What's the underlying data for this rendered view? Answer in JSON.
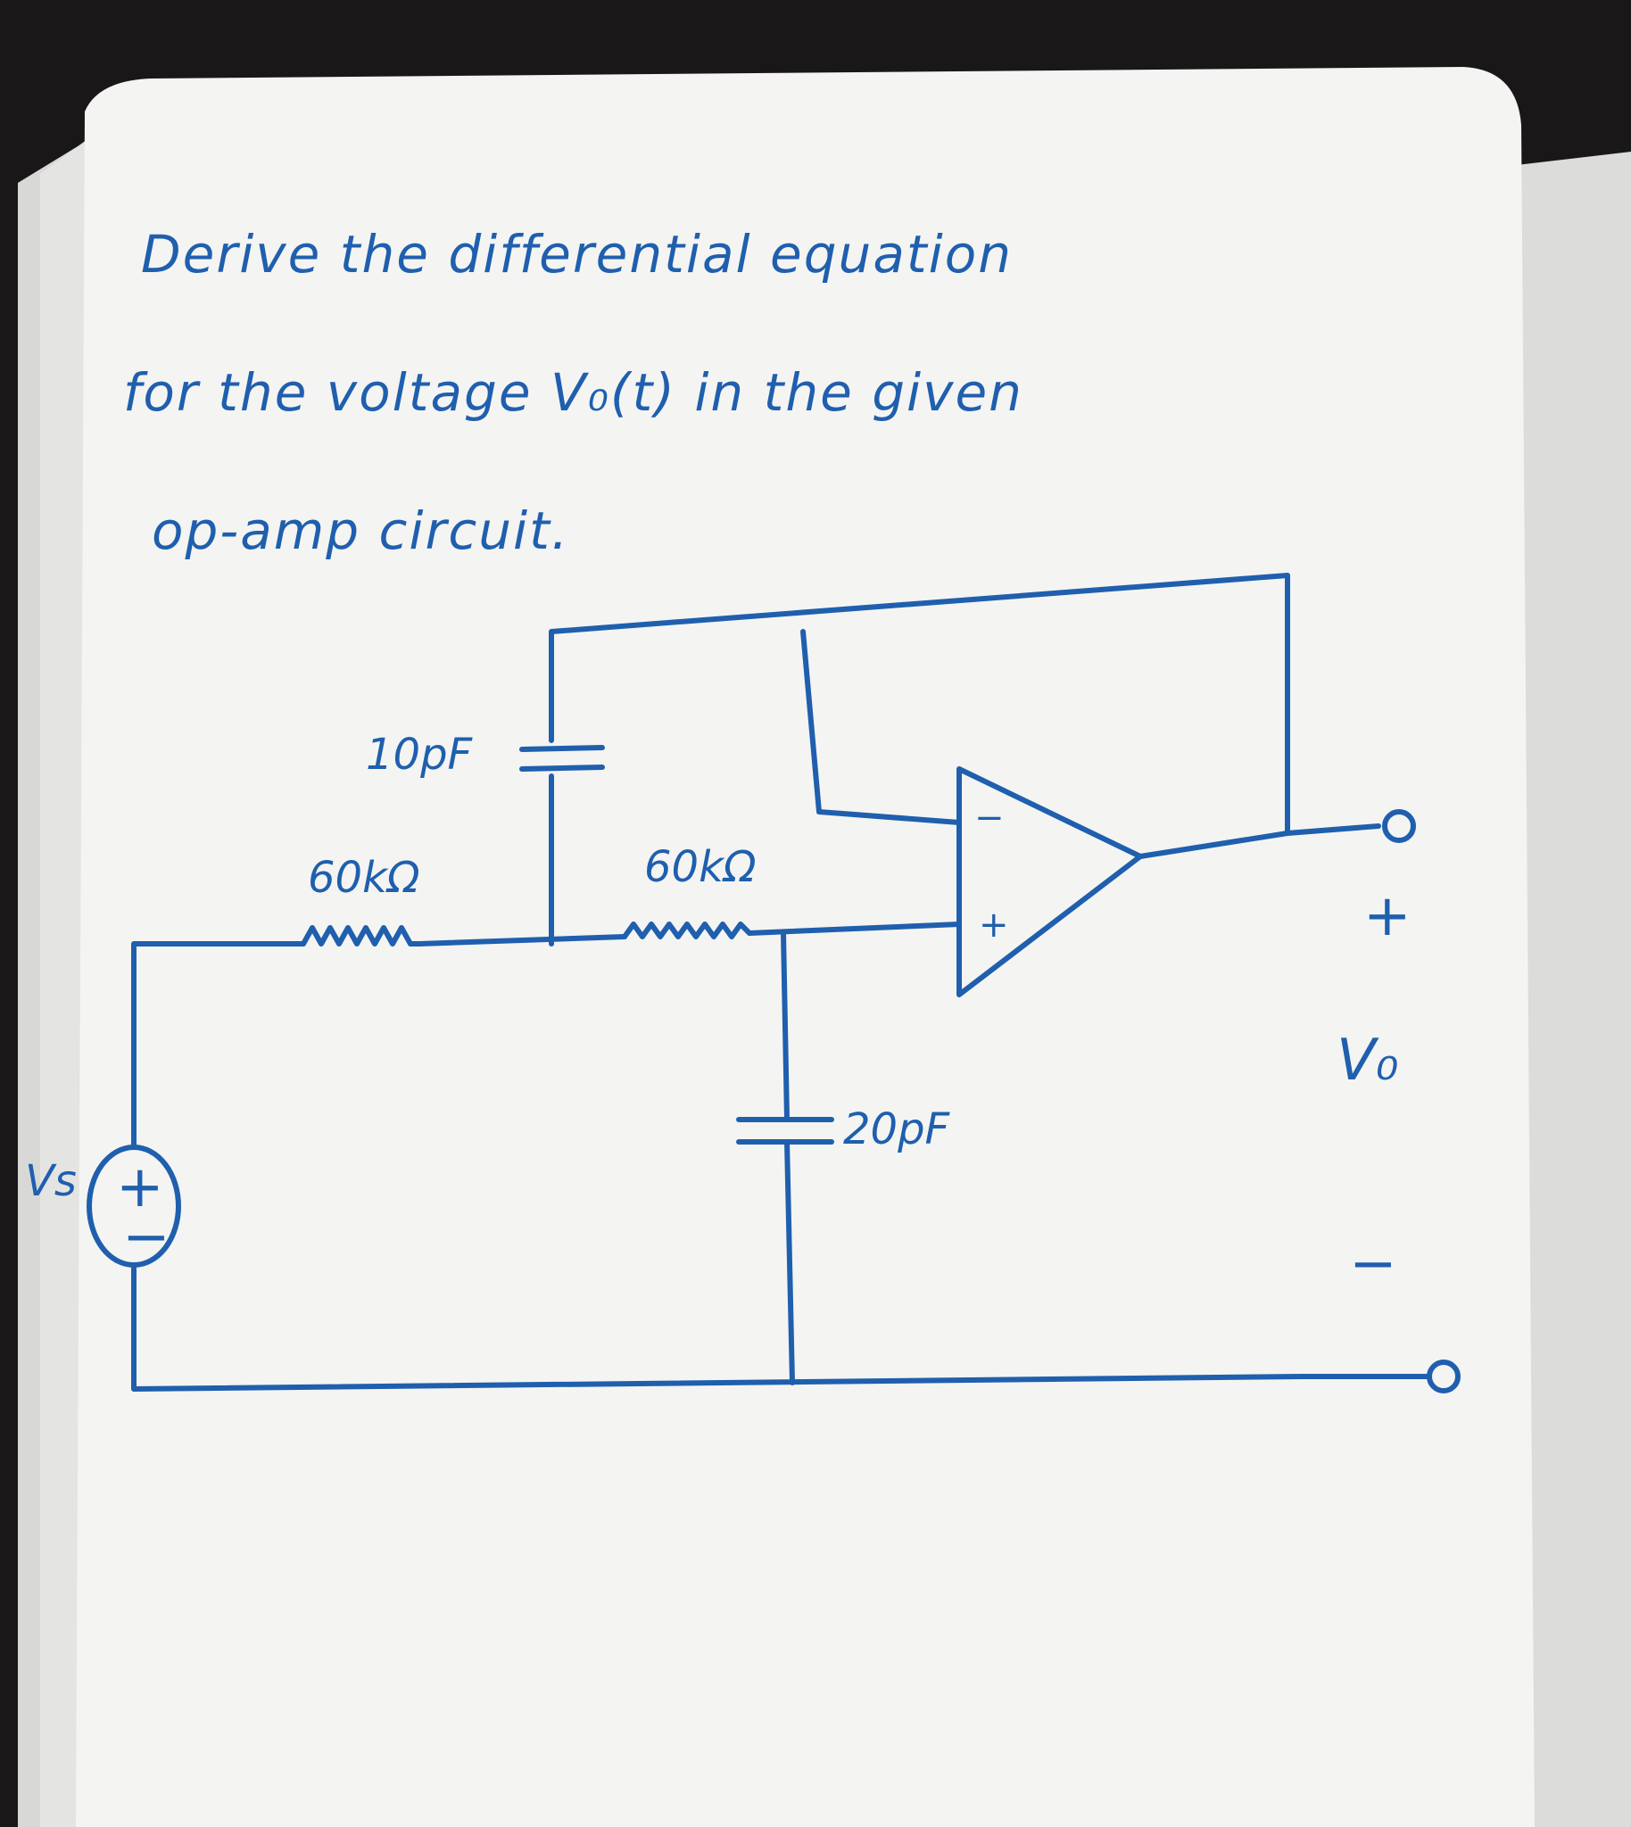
{
  "problem": {
    "line1": "Derive the differential equation",
    "line2": "for the voltage V₀(t) in the given",
    "line3": "op-amp circuit."
  },
  "components": {
    "c_feedback": "10pF",
    "r_left": "60kΩ",
    "r_right": "60kΩ",
    "c_ground": "20pF"
  },
  "source": {
    "label": "Vs",
    "plus": "+",
    "minus": "−"
  },
  "opamp": {
    "inverting": "−",
    "noninverting": "+"
  },
  "output": {
    "plus": "+",
    "label": "V₀",
    "minus": "−"
  },
  "colors": {
    "ink": "#1f5fae",
    "paper": "#f4f4f2",
    "background": "#1a1719"
  }
}
